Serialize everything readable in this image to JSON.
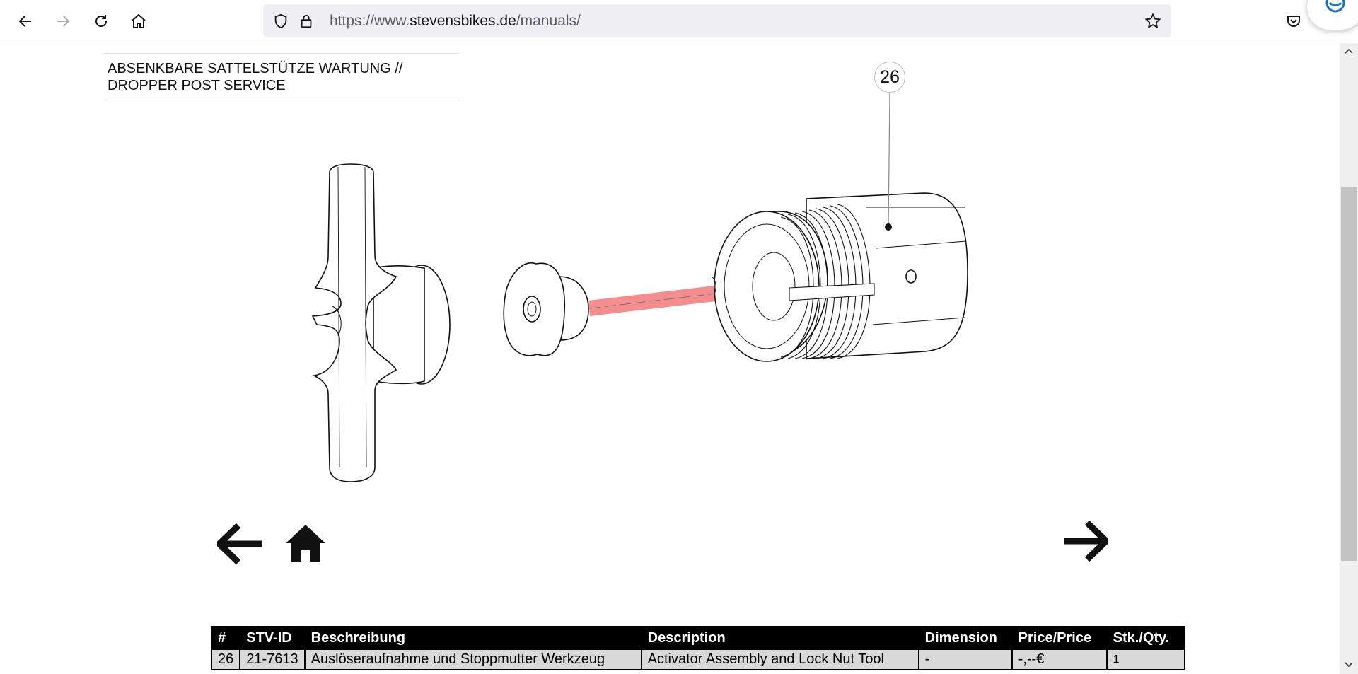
{
  "browser": {
    "url_prefix": "https://www.",
    "url_host": "stevensbikes.de",
    "url_path": "/manuals/",
    "icons": {
      "back": "back-arrow-icon",
      "forward": "forward-arrow-icon",
      "reload": "reload-icon",
      "home": "home-icon",
      "shield": "shield-icon",
      "lock": "lock-icon",
      "bookmark": "star-icon",
      "pocket": "pocket-icon"
    }
  },
  "page": {
    "title_line1": "ABSENKBARE SATTELSTÜTZE WARTUNG //",
    "title_line2": "DROPPER POST SERVICE"
  },
  "diagram": {
    "callout_number": "26",
    "arrow_color": "#f27a7a"
  },
  "navigation": {
    "prev_icon": "left-arrow-icon",
    "home_icon": "home-icon",
    "next_icon": "right-arrow-icon"
  },
  "parts_table": {
    "headers": [
      "#",
      "STV-ID",
      "Beschreibung",
      "Description",
      "Dimension",
      "Price/Price",
      "Stk./Qty."
    ],
    "rows": [
      [
        "26",
        "21-7613",
        "Auslöseraufnahme und Stoppmutter Werkzeug",
        "Activator Assembly and Lock Nut Tool",
        "-",
        "-,--€",
        "1"
      ]
    ]
  }
}
